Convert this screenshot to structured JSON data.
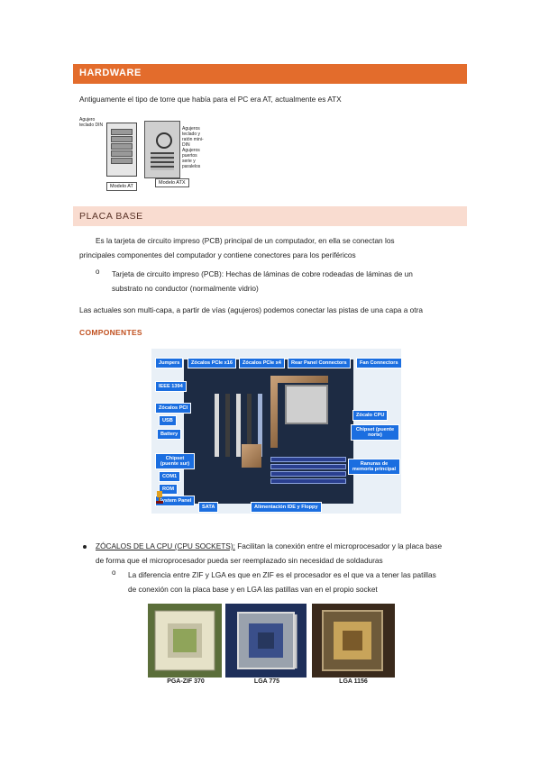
{
  "sections": {
    "hardware_title": "HARDWARE",
    "hardware_intro": "Antiguamente el tipo de torre que había para el PC era AT, actualmente es ATX",
    "placa_title": "PLACA BASE",
    "placa_p1_l1": "Es la tarjeta de circuito impreso (PCB) principal de un computador, en ella se conectan los",
    "placa_p1_l2": "principales componentes del computador y contiene conectores para los periféricos",
    "pcb_bullet_l1": "Tarjeta de circuito impreso (PCB): Hechas de láminas de cobre rodeadas de láminas de un",
    "pcb_bullet_l2": "substrato no conductor (normalmente vidrio)",
    "multicapa": "Las actuales son multi-capa, a partir de vías (agujeros) podemos conectar las pistas de una capa a otra",
    "componentes_title": "COMPONENTES",
    "zocalos_heading": "ZÓCALOS DE LA CPU (CPU SOCKETS):",
    "zocalos_rest_l1": " Facilitan la conexión entre el microprocesador y la placa base",
    "zocalos_l2": "de forma que el microprocesador pueda ser reemplazado sin necesidad de soldaduras",
    "zif_l1": "La diferencia entre ZIF y LGA es que en ZIF es el procesador es el que va a tener las patillas",
    "zif_l2": "de conexión con la placa base y en LGA las patillas van en el propio socket"
  },
  "case_figure": {
    "at_side_label": "Agujero teclado DIN",
    "atx_side_label": "Agujeros teclado y ratón mini-DIN Agujeros puertos serie y paralelos",
    "at_caption": "Modelo AT",
    "atx_caption": "Modelo ATX"
  },
  "mobo_figure": {
    "labels": {
      "jumpers": "Jumpers",
      "zocalos_pcie_x16": "Zócalos PCIe x16",
      "zocalos_pcie_x4": "Zócalos PCIe x4",
      "rear_panel": "Rear Panel Connectors",
      "fan": "Fan Connectors",
      "ieee": "IEEE 1394",
      "zocalos_pci": "Zócalos PCI",
      "usb": "USB",
      "battery": "Battery",
      "zocalo_cpu": "Zócalo CPU",
      "chipset_norte": "Chipset (puente norte)",
      "chipset_sur": "Chipset (puente sur)",
      "ranuras": "Ranuras de memoria principal",
      "com1": "COM1",
      "rom": "ROM",
      "system_panel": "System Panel",
      "sata": "SATA",
      "alimentacion": "Alimentación IDE y Floppy"
    },
    "label_color": "#1b6ee0"
  },
  "sockets_figure": {
    "captions": [
      "PGA-ZIF 370",
      "LGA 775",
      "LGA 1156"
    ]
  },
  "colors": {
    "h1_band": "#e36c2c",
    "h2_band": "#f9dcd0",
    "subheading": "#c0501f"
  }
}
